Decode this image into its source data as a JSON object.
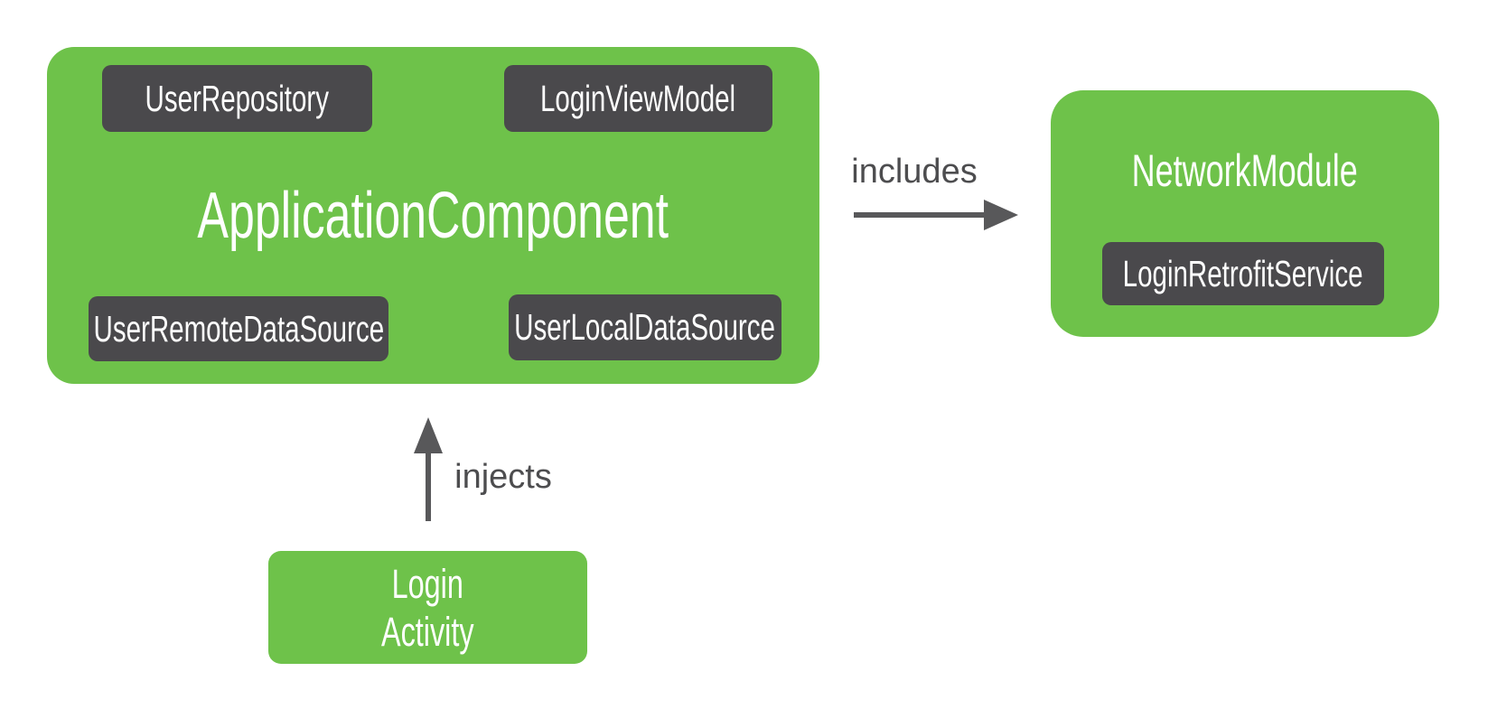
{
  "colors": {
    "background_white": "#FFFFFF",
    "node_green": "#6EC24A",
    "chip_dark": "#4A494C",
    "arrow_gray": "#58585A",
    "edge_label_gray": "#4D4D4F",
    "node_text_white": "#FFFFFF"
  },
  "nodes": {
    "application_component": {
      "title": "ApplicationComponent",
      "provides": [
        "UserRepository",
        "LoginViewModel",
        "UserRemoteDataSource",
        "UserLocalDataSource"
      ]
    },
    "network_module": {
      "title": "NetworkModule",
      "provides": [
        "LoginRetrofitService"
      ]
    },
    "login_activity": {
      "title_line1": "Login",
      "title_line2": "Activity"
    }
  },
  "edges": [
    {
      "label": "includes",
      "from": "ApplicationComponent",
      "to": "NetworkModule",
      "direction": "right"
    },
    {
      "label": "injects",
      "from": "Login Activity",
      "to": "ApplicationComponent",
      "direction": "up"
    }
  ]
}
